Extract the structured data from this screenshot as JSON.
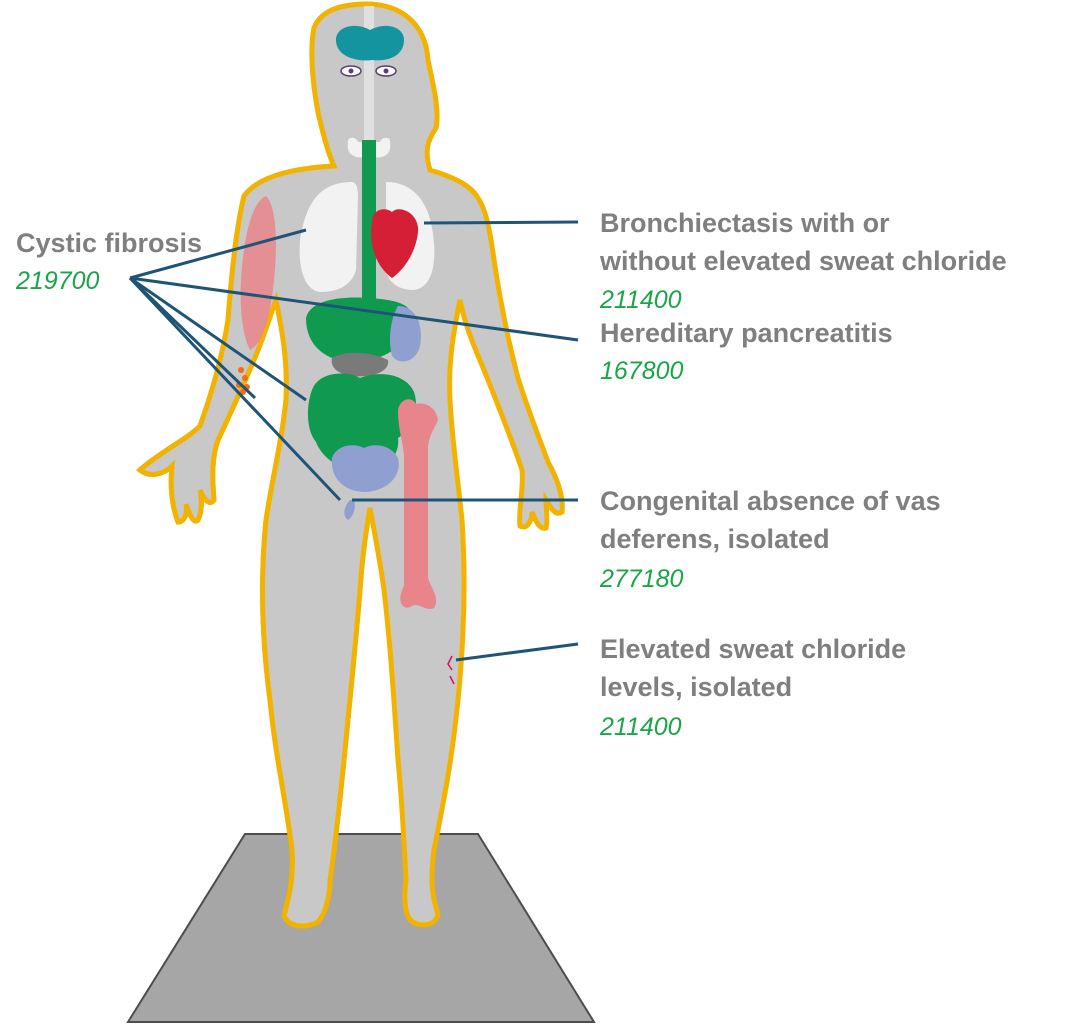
{
  "colors": {
    "outline": "#f2b300",
    "body_dark": "#a3a3a3",
    "body_light": "#c8c8c8",
    "platform": "#a6a6a6",
    "pointer": "#1e5475",
    "label_text": "#7f7f7f",
    "code_text": "#1aa548",
    "brain": "#14949f",
    "lungs": "#f2f2f2",
    "heart": "#d51f36",
    "digestive": "#0f9a4f",
    "bone": "#e8858a",
    "bladder": "#8fa0d0",
    "muscle": "#e8858a",
    "lymph": "#f26a1b"
  },
  "organs": [
    "brain",
    "eyes",
    "thyroid",
    "lungs",
    "heart",
    "esophagus",
    "liver",
    "stomach",
    "pancreas",
    "intestines",
    "bladder",
    "femur",
    "arm-muscle",
    "lymph-nodes"
  ],
  "labels": {
    "cystic_fibrosis": {
      "name": "Cystic fibrosis",
      "code": "219700"
    },
    "bronchiectasis": {
      "name_line1": "Bronchiectasis with or",
      "name_line2": "without elevated sweat chloride",
      "code": "211400"
    },
    "pancreatitis": {
      "name": "Hereditary pancreatitis",
      "code": "167800"
    },
    "vas_deferens": {
      "name_line1": "Congenital absence of vas",
      "name_line2": "deferens, isolated",
      "code": "277180"
    },
    "sweat_chloride": {
      "name_line1": "Elevated sweat chloride",
      "name_line2": "levels, isolated",
      "code": "211400"
    }
  }
}
